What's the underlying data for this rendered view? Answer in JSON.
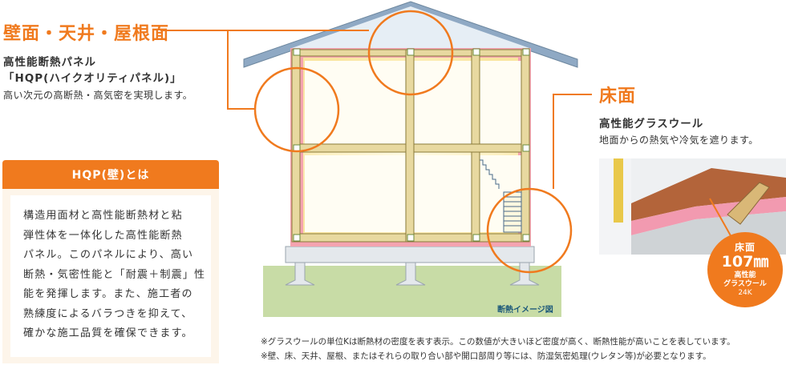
{
  "wall": {
    "heading": "壁面・天井・屋根面",
    "sub1": "高性能断熱パネル",
    "sub2": "「HQP(ハイクオリティパネル)」",
    "desc": "高い次元の高断熱・高気密を実現します。"
  },
  "floor": {
    "heading": "床面",
    "sub": "高性能グラスウール",
    "desc": "地面からの熱気や冷気を遮ります。"
  },
  "hqp_box": {
    "title": "HQP(壁)とは",
    "lines": [
      "構造用面材と高性能断熱材と粘",
      "弾性体を一体化した高性能断熱",
      "パネル。このパネルにより、高い",
      "断熱・気密性能と「耐震＋制震」性",
      "能を発揮します。また、施工者の",
      "熟練度によるバラつきを抑えて、",
      "確かな施工品質を確保できます。"
    ]
  },
  "badge": {
    "l1": "床面",
    "l2": "107㎜",
    "l3": "高性能",
    "l4": "グラスウール",
    "l5": "24K"
  },
  "diagram_caption": "断熱イメージ図",
  "notes": [
    "※グラスウールの単位Kは断熱材の密度を表す表示。この数値が大きいほど密度が高く、断熱性能が高いことを表しています。",
    "※壁、床、天井、屋根、またはそれらの取り合い部や開口部周り等には、防湿気密処理(ウレタン等)が必要となります。"
  ],
  "colors": {
    "accent": "#f07a1e",
    "panel_pink": "#f4a3b0",
    "frame_wood": "#e8d9a0",
    "roof_blue": "#8fa9c4",
    "ground_green": "#c8dca6"
  }
}
